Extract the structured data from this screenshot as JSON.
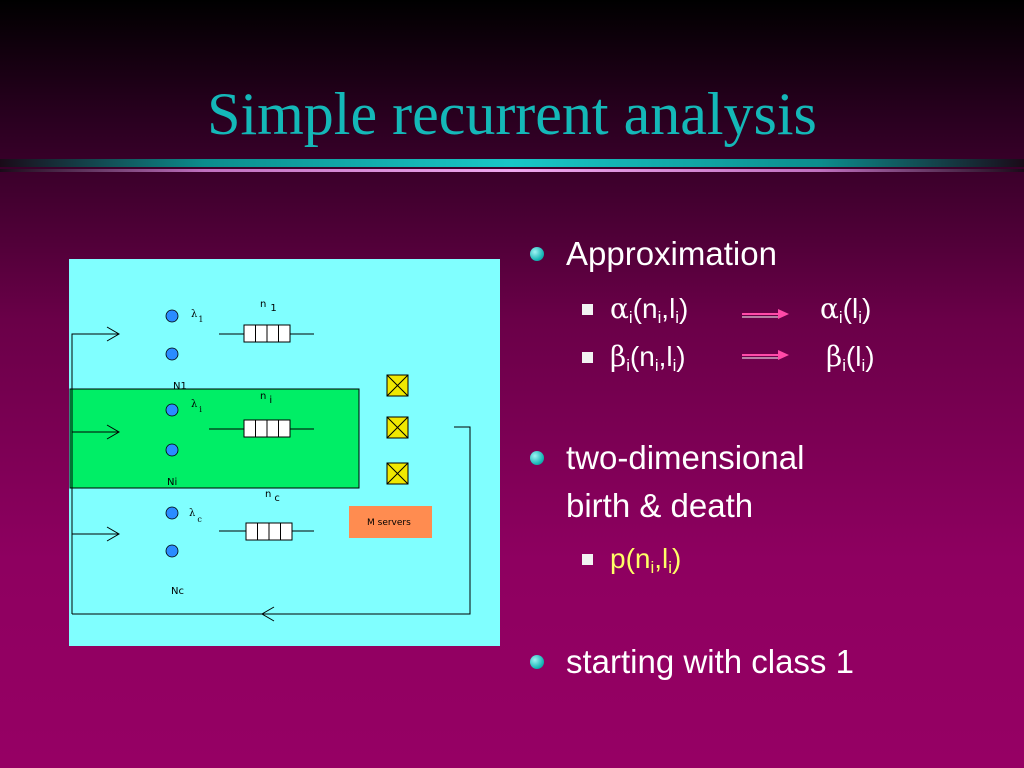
{
  "slide": {
    "title": "Simple recurrent analysis",
    "colors": {
      "title": "#14b8b8",
      "bullet": "#15b5b5",
      "band": "#19c7c7",
      "formula_highlight": "#ffff66",
      "arrow": "#ff4aa8"
    }
  },
  "diagram": {
    "lambda_1": "λ",
    "lambda_1_sub": "1",
    "n_1": "n",
    "n_1_sub": "1",
    "n1_label": "N1",
    "lambda_i": "λ",
    "lambda_i_sub": "i",
    "n_i": "n",
    "n_i_sub": "i",
    "ni_label": "Ni",
    "lambda_c": "λ",
    "lambda_c_sub": "c",
    "n_c": "n",
    "n_c_sub": "c",
    "nc_label": "Nc",
    "servers_label": "M servers"
  },
  "bullets": {
    "approximation": "Approximation",
    "two_dim_line1": "two-dimensional",
    "two_dim_line2": "birth & death",
    "starting": "starting with class 1"
  },
  "formulas": {
    "alpha": "α",
    "beta": "β",
    "i": "i",
    "open": "(",
    "n": "n",
    "comma_l": ",l",
    "l": "l",
    "close": ")",
    "p": "p"
  }
}
